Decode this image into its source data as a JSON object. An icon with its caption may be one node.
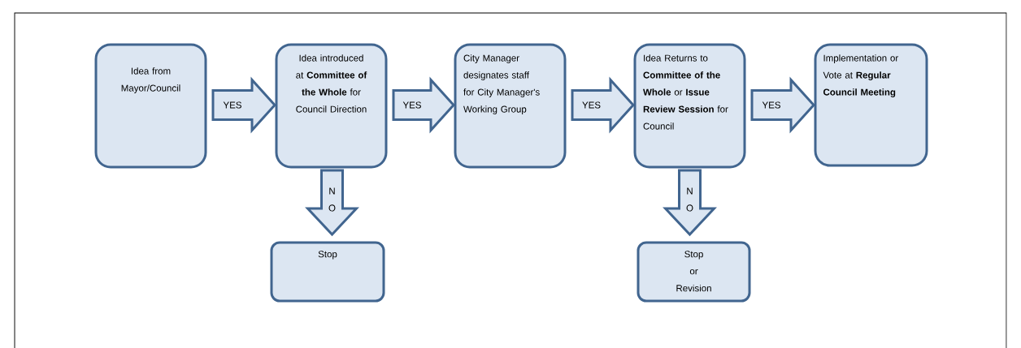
{
  "diagram": {
    "nodes": [
      {
        "text": [
          "Idea from Mayor/Council"
        ]
      },
      {
        "text": [
          "Idea introduced at **Committee of the Whole** for Council Direction"
        ]
      },
      {
        "text": [
          "City Manager designates staff for City Manager's Working Group"
        ]
      },
      {
        "text": [
          "Idea Returns to **Committee of the Whole** or **Issue Review Session** for Council"
        ]
      },
      {
        "text": [
          "Implementation or Vote at **Regular Council Meeting**"
        ]
      },
      {
        "text": [
          "Stop"
        ]
      },
      {
        "text": [
          "Stop or Revision"
        ]
      }
    ],
    "edges": [
      {
        "from": 0,
        "to": 1,
        "arrow": "to",
        "label": "YES"
      },
      {
        "from": 1,
        "to": 2,
        "arrow": "to",
        "label": "YES"
      },
      {
        "from": 2,
        "to": 3,
        "arrow": "to",
        "label": "YES"
      },
      {
        "from": 3,
        "to": 4,
        "arrow": "to",
        "label": "YES"
      },
      {
        "from": 1,
        "to": 5,
        "arrow": "to",
        "label": "N O"
      },
      {
        "from": 3,
        "to": 6,
        "arrow": "to",
        "label": "N O"
      }
    ]
  }
}
